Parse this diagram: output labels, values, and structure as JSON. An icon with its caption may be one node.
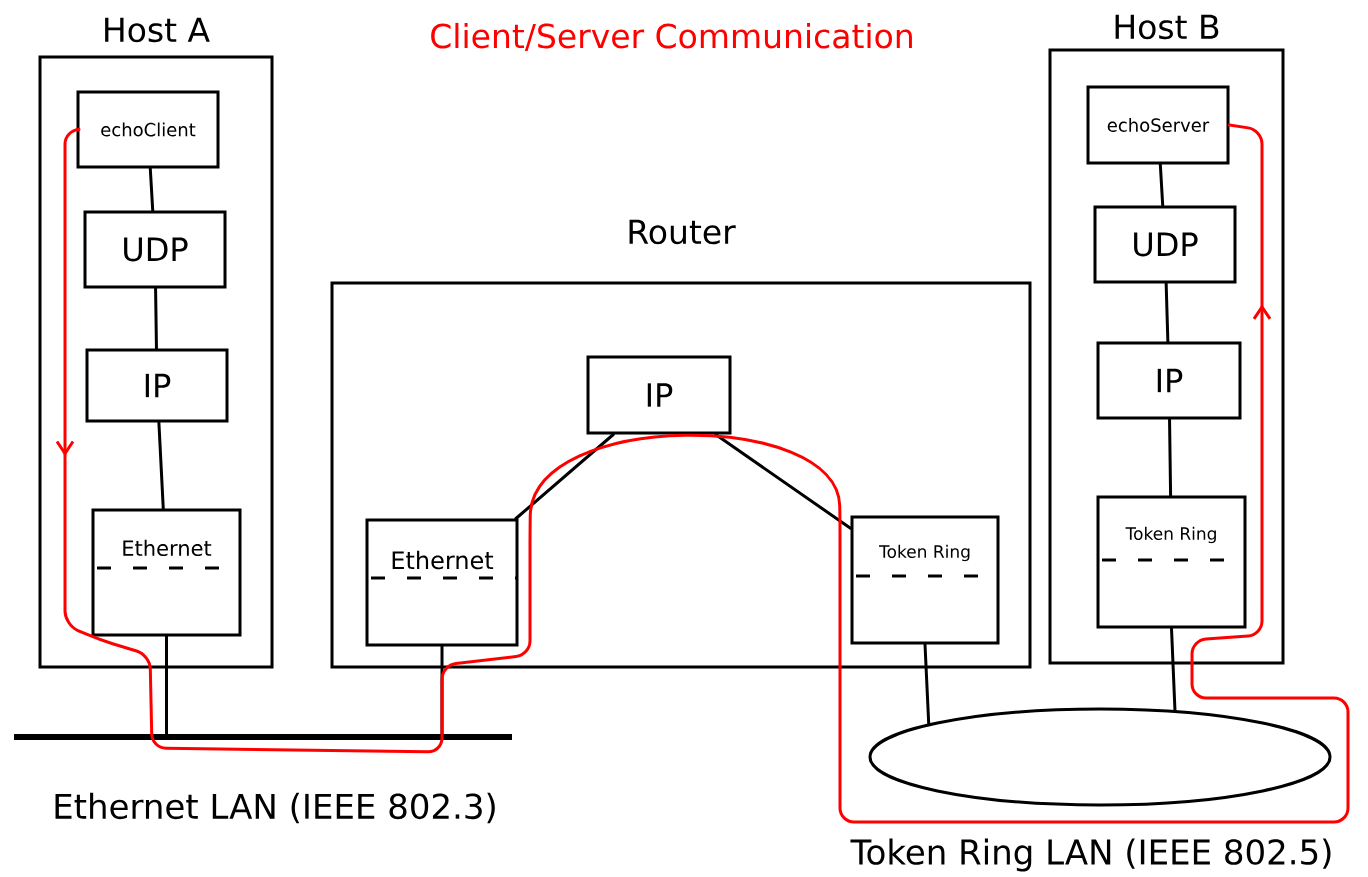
{
  "diagram": {
    "title": "Client/Server Communication",
    "nodes": [
      {
        "text": [
          "Host A"
        ]
      },
      {
        "text": [
          "echoClient"
        ],
        "in": 0
      },
      {
        "text": [
          "UDP"
        ],
        "in": 0
      },
      {
        "text": [
          "IP"
        ],
        "in": 0
      },
      {
        "text": [
          "Ethernet"
        ],
        "in": 0
      },
      {
        "text": [
          "Router"
        ]
      },
      {
        "text": [
          "IP"
        ],
        "in": 5
      },
      {
        "text": [
          "Ethernet"
        ],
        "in": 5
      },
      {
        "text": [
          "Token Ring"
        ],
        "in": 5
      },
      {
        "text": [
          "Host B"
        ]
      },
      {
        "text": [
          "echoServer"
        ],
        "in": 9
      },
      {
        "text": [
          "UDP"
        ],
        "in": 9
      },
      {
        "text": [
          "IP"
        ],
        "in": 9
      },
      {
        "text": [
          "Token Ring"
        ],
        "in": 9
      },
      {
        "text": [],
        "shape": "bar",
        "beside": [
          "Ethernet LAN (IEEE 802.3)"
        ]
      },
      {
        "text": [],
        "shape": "ellipse",
        "beside": [
          "Token Ring LAN (IEEE 802.5)"
        ]
      }
    ],
    "edges": [
      {
        "from": 1,
        "to": 2,
        "arrow": "none"
      },
      {
        "from": 2,
        "to": 3,
        "arrow": "none"
      },
      {
        "from": 3,
        "to": 4,
        "arrow": "none"
      },
      {
        "from": 6,
        "to": 7,
        "arrow": "none"
      },
      {
        "from": 6,
        "to": 8,
        "arrow": "none"
      },
      {
        "from": 10,
        "to": 11,
        "arrow": "none"
      },
      {
        "from": 11,
        "to": 12,
        "arrow": "none"
      },
      {
        "from": 12,
        "to": 13,
        "arrow": "none"
      },
      {
        "from": 4,
        "to": 14,
        "arrow": "none"
      },
      {
        "from": 7,
        "to": 14,
        "arrow": "none"
      },
      {
        "from": 8,
        "to": 15,
        "arrow": "none"
      },
      {
        "from": 13,
        "to": 15,
        "arrow": "none"
      },
      {
        "from": 1,
        "to": 10,
        "arrow": "to",
        "color": "#ff0000"
      }
    ]
  }
}
